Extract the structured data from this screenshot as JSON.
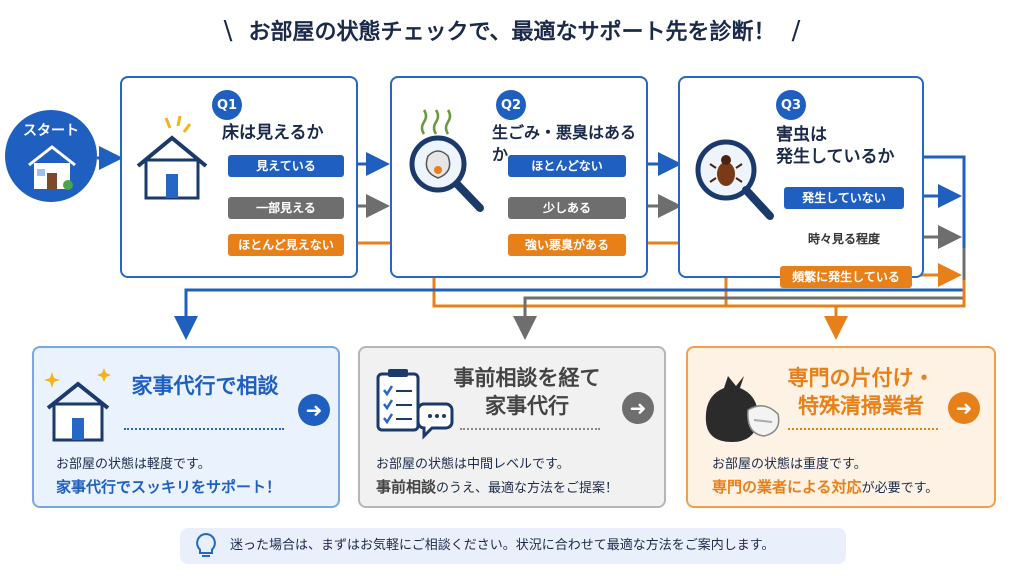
{
  "title": "お部屋の状態チェックで、最適なサポート先を診断！",
  "start": {
    "label": "スタート"
  },
  "q1": {
    "num": "Q1",
    "text": "床は見えるか",
    "options": [
      "見えている",
      "一部見える",
      "ほとんど見えない"
    ]
  },
  "q2": {
    "num": "Q2",
    "text": "生ごみ・悪臭はあるか",
    "options": [
      "ほとんどない",
      "少しある",
      "強い悪臭がある"
    ]
  },
  "q3": {
    "num": "Q3",
    "text_line1": "害虫は",
    "text_line2": "発生しているか",
    "options": [
      "発生していない",
      "時々見る程度",
      "頻繁に発生している"
    ]
  },
  "results": [
    {
      "title": "家事代行で相談",
      "desc1": "お部屋の状態は軽度です。",
      "desc2": "家事代行でスッキリをサポート！"
    },
    {
      "title_line1": "事前相談を経て",
      "title_line2": "家事代行",
      "desc1": "お部屋の状態は中間レベルです。",
      "desc2_bold": "事前相談",
      "desc2_rest": "のうえ、最適な方法をご提案！"
    },
    {
      "title_line1": "専門の片付け・",
      "title_line2": "特殊清掃業者",
      "desc1": "お部屋の状態は重度です。",
      "desc2_bold": "専門の業者による対応",
      "desc2_rest": "が必要です。"
    }
  ],
  "tip": "迷った場合は、まずはお気軽にご相談ください。状況に合わせて最適な方法をご案内します。",
  "colors": {
    "blue": "#1f5fbf",
    "gray": "#6e6e6e",
    "orange": "#e8801a"
  }
}
